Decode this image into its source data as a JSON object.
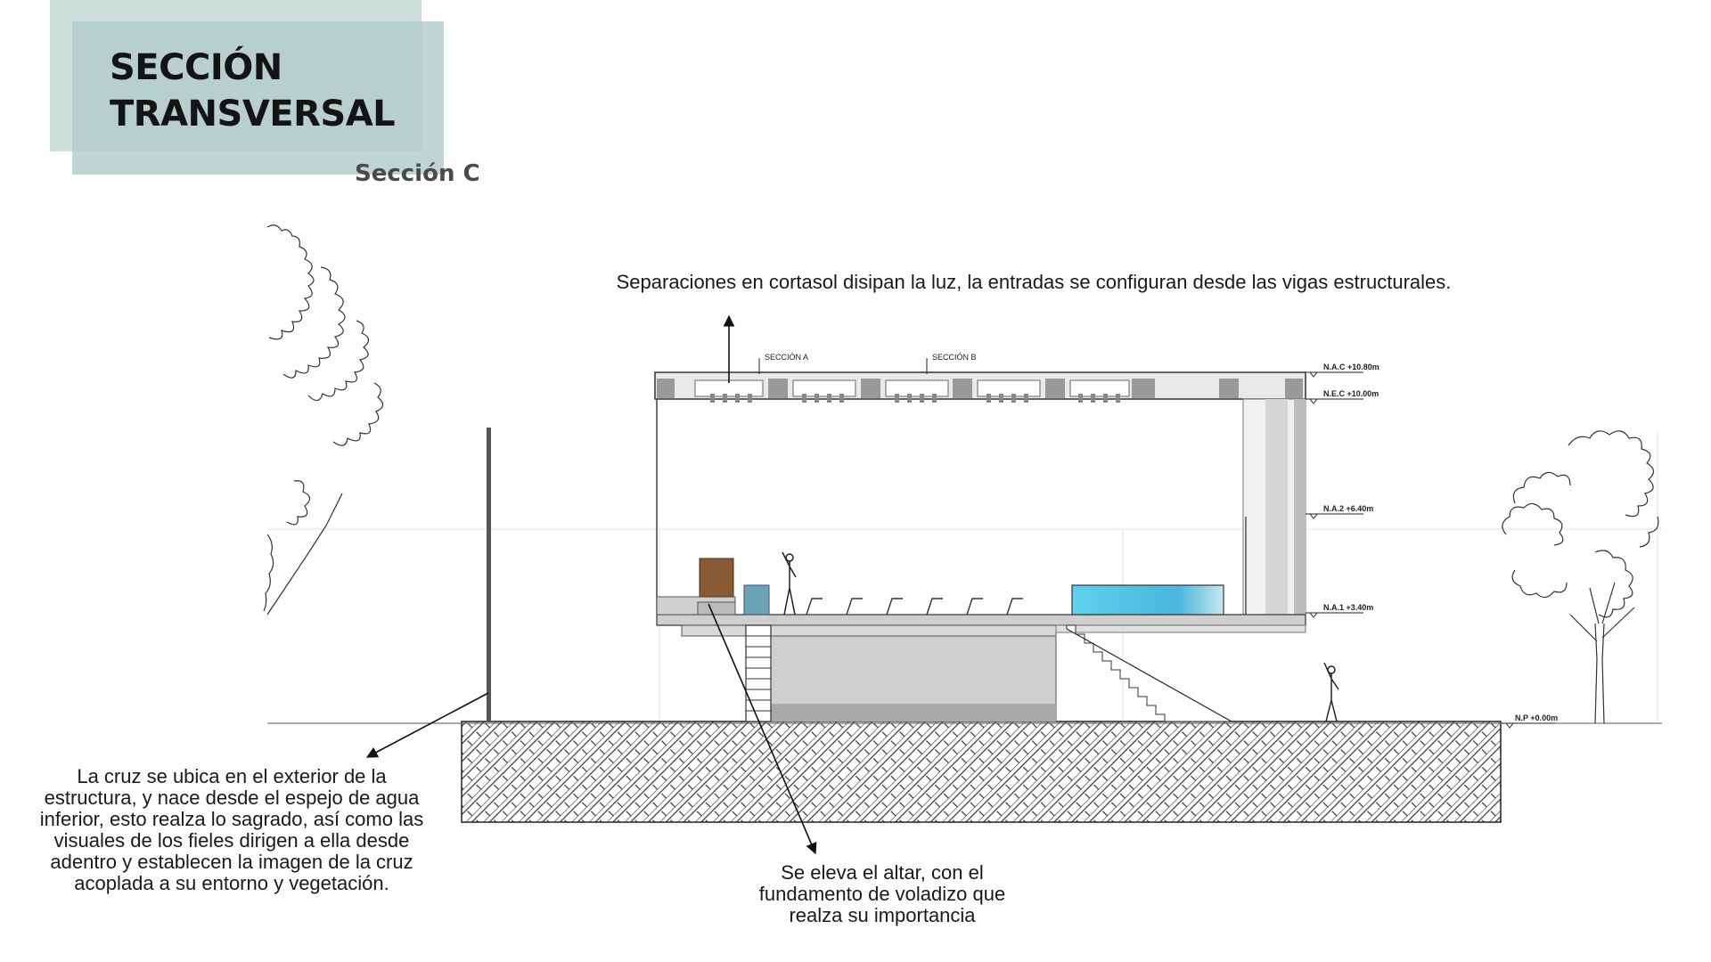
{
  "heading": {
    "title": "SECCIÓN TRANSVERSAL",
    "subtitle": "Sección C"
  },
  "notes": {
    "top": "Separaciones en cortasol disipan la luz, la entradas se configuran desde las vigas estructurales.",
    "left": "La cruz se ubica en el exterior de la estructura, y nace desde el espejo de agua inferior, esto realza lo sagrado, así como las visuales de los fieles dirigen a ella desde adentro y establecen la imagen de la cruz acoplada a su entorno y vegetación.",
    "bottom": "Se eleva el altar, con el fundamento de voladizo que realza su importancia"
  },
  "section_marks": [
    "SECCIÓN A",
    "SECCIÓN B"
  ],
  "levels": {
    "nac": "N.A.C +10.80m",
    "nec": "N.E.C +10.00m",
    "na2": "N.A.2 +6.40m",
    "na1": "N.A.1 +3.40m",
    "np": "N.P +0.00m"
  },
  "colors": {
    "title_bg": "#b3cecb",
    "altar": "#8a5a34",
    "water": "#56c3e0",
    "structure": "#8c8c8c"
  }
}
